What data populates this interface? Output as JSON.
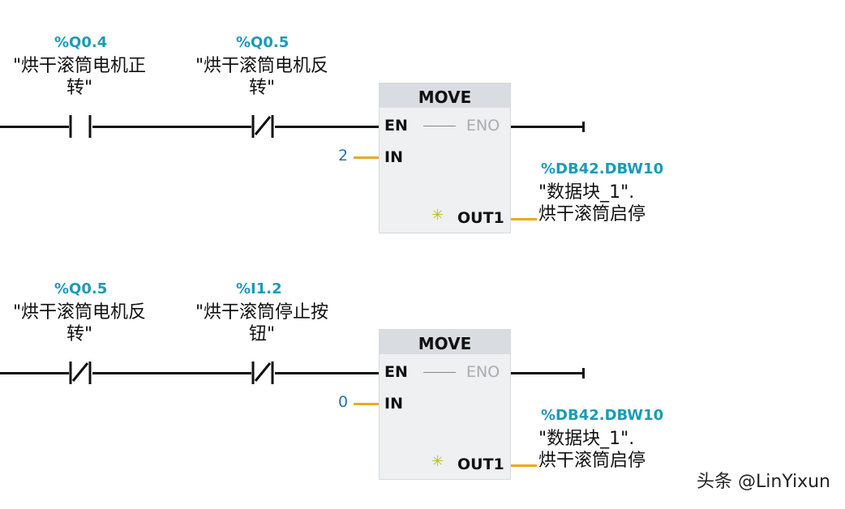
{
  "networks": [
    {
      "contact1": {
        "address": "%Q0.4",
        "name_line1": "\"烘干滚筒电机正",
        "name_line2": "转\"",
        "type": "NO"
      },
      "contact2": {
        "address": "%Q0.5",
        "name_line1": "\"烘干滚筒电机反",
        "name_line2": "转\"",
        "type": "NC"
      },
      "block": {
        "title": "MOVE",
        "en": "EN",
        "eno": "ENO",
        "in": "IN",
        "out": "OUT1",
        "in_value": "2"
      },
      "output": {
        "address": "%DB42.DBW10",
        "line1": "\"数据块_1\".",
        "line2": "烘干滚筒启停"
      }
    },
    {
      "contact1": {
        "address": "%Q0.5",
        "name_line1": "\"烘干滚筒电机反",
        "name_line2": "转\"",
        "type": "NC"
      },
      "contact2": {
        "address": "%I1.2",
        "name_line1": "\"烘干滚筒停止按",
        "name_line2": "钮\"",
        "type": "NC"
      },
      "block": {
        "title": "MOVE",
        "en": "EN",
        "eno": "ENO",
        "in": "IN",
        "out": "OUT1",
        "in_value": "0"
      },
      "output": {
        "address": "%DB42.DBW10",
        "line1": "\"数据块_1\".",
        "line2": "烘干滚筒启停"
      }
    }
  ],
  "watermark": "头条 @LinYixun"
}
